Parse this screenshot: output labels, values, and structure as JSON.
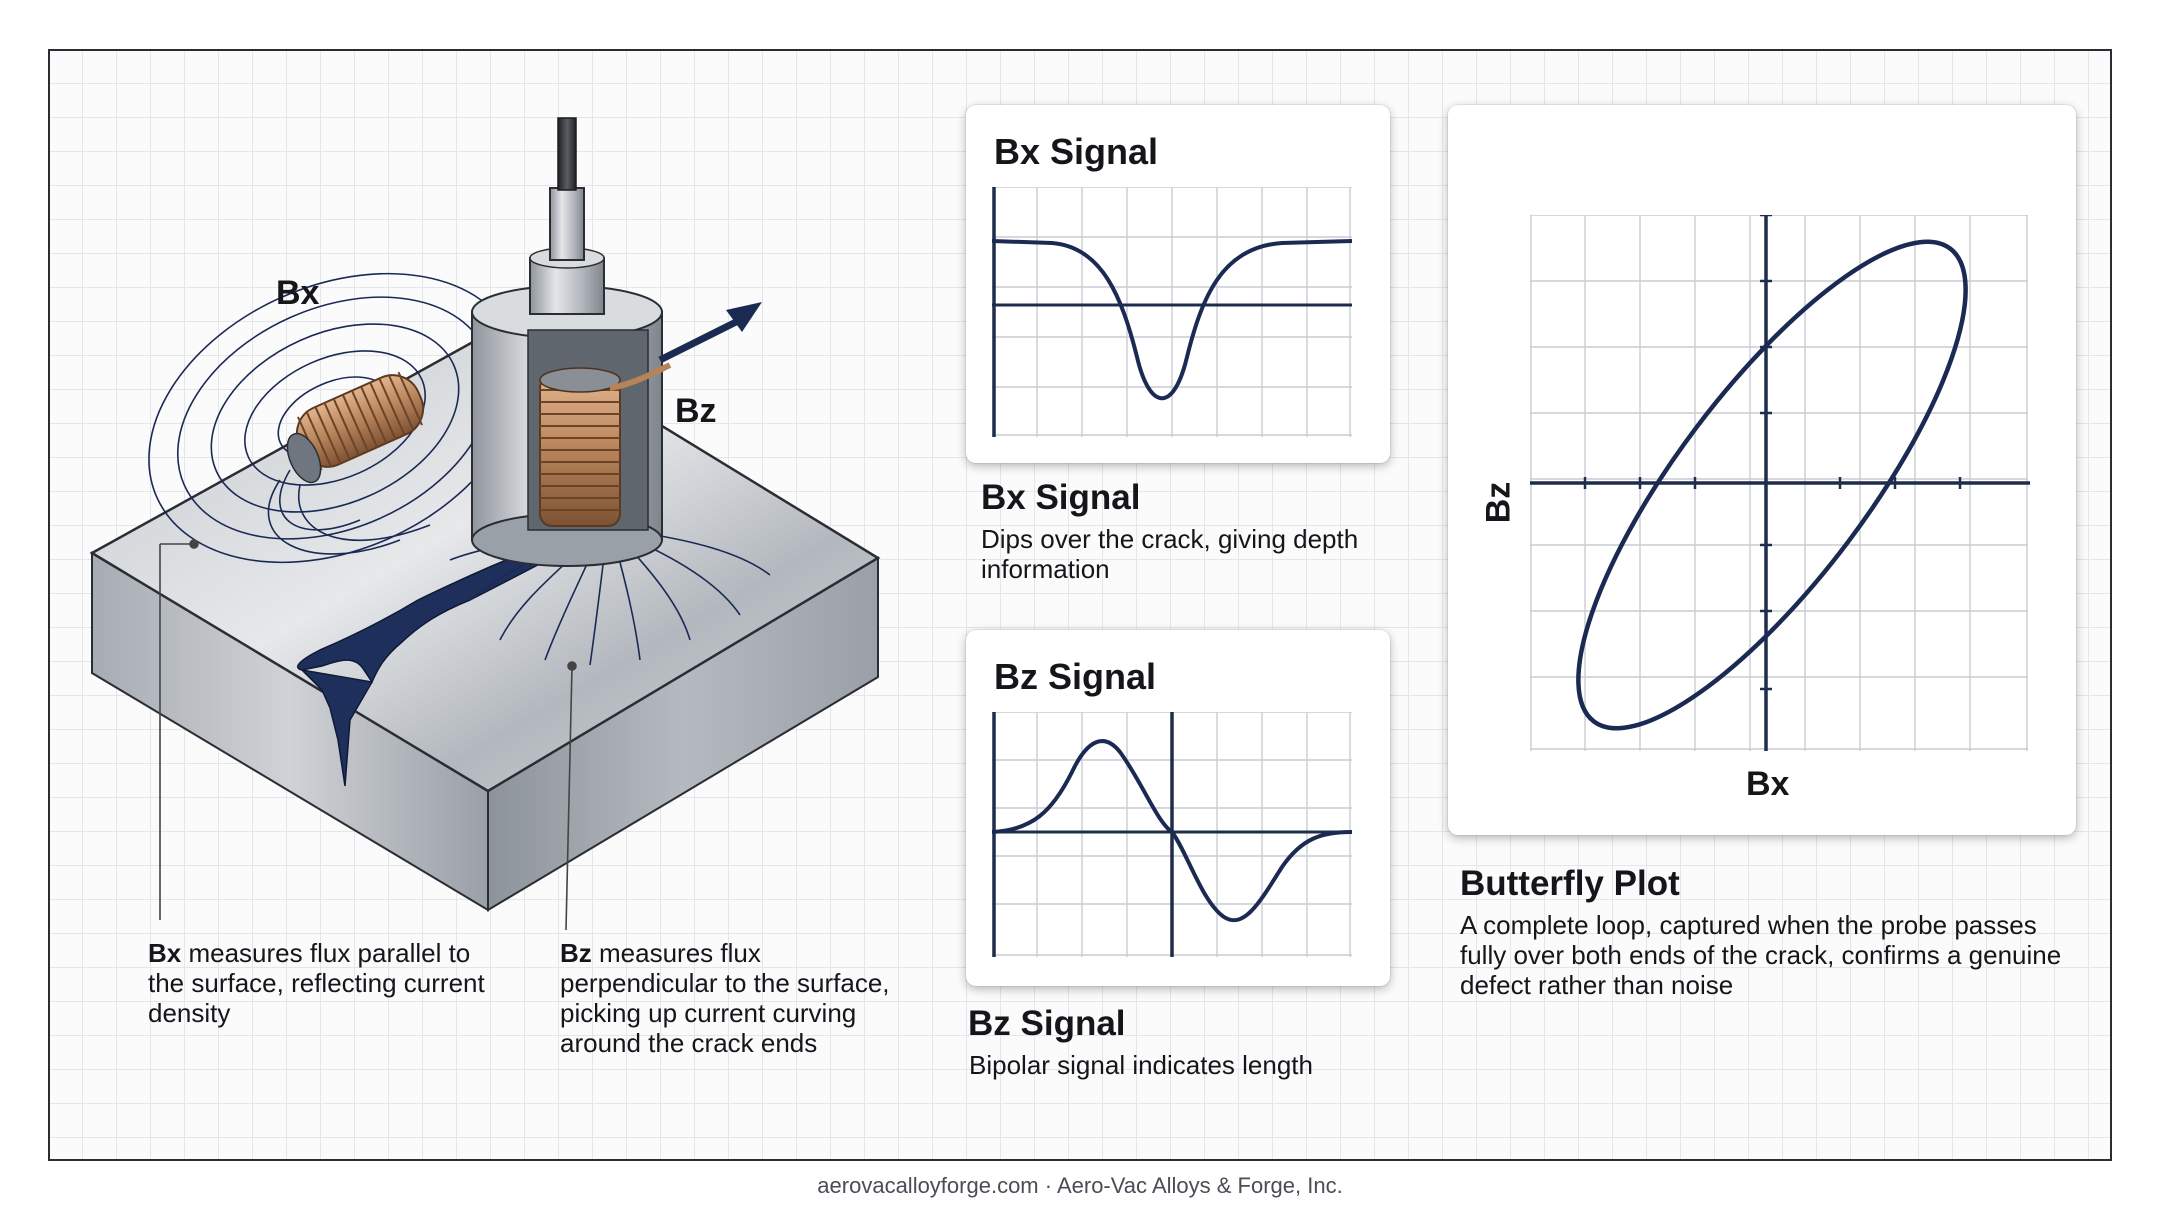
{
  "diagram": {
    "label_bx": "Bx",
    "label_bz": "Bz",
    "callout_bx": {
      "term": "Bx",
      "text": " measures flux parallel to the surface, reflecting current density"
    },
    "callout_bz": {
      "term": "Bz",
      "text": " measures flux perpendicular to the surface, picking up current curving around the crack ends"
    }
  },
  "bx_card": {
    "title": "Bx Signal",
    "heading": "Bx Signal",
    "description": "Dips over the crack, giving depth information"
  },
  "bz_card": {
    "title": "Bz Signal",
    "heading": "Bz Signal",
    "description": "Bipolar signal indicates length"
  },
  "butterfly": {
    "heading": "Butterfly Plot",
    "description": "A complete loop, captured when the probe passes fully over both ends of the crack, confirms a genuine defect rather than noise",
    "xlabel": "Bx",
    "ylabel": "Bz"
  },
  "footer": "aerovacalloyforge.com · Aero-Vac Alloys & Forge, Inc.",
  "colors": {
    "signal_line": "#1a2a52",
    "axis": "#1f2d4d",
    "grid": "#c9ccd2",
    "steel": "#a9aeb5",
    "copper": "#b7835a",
    "crack": "#1f2f5c"
  }
}
